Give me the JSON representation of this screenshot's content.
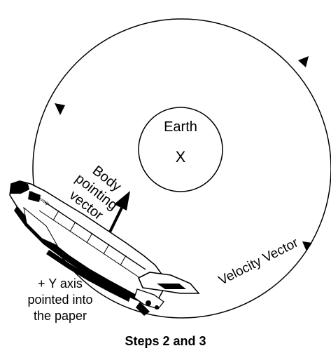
{
  "diagram": {
    "earth_label": "Earth",
    "earth_marker": "X",
    "body_vector_label": [
      "Body",
      "pointing",
      "vector"
    ],
    "velocity_vector_label": "Velocity Vector",
    "y_axis_label": [
      "+ Y axis",
      "pointed into",
      "the paper"
    ],
    "caption": "Steps 2 and 3",
    "shuttle_wing_text": "Discovery"
  }
}
